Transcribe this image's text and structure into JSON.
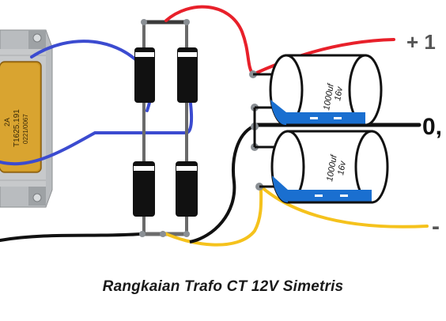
{
  "transformer": {
    "label_rating": "2A",
    "label_model": "T1625.191",
    "label_code": "0221/0067"
  },
  "capacitors": [
    {
      "value": "1000uf",
      "voltage": "16v"
    },
    {
      "value": "1000uf",
      "voltage": "16v"
    }
  ],
  "terminals": {
    "positive": "+ 1",
    "zero": "0,",
    "negative": "-"
  },
  "caption": "Rangkaian Trafo CT 12V Simetris",
  "colors": {
    "red_wire": "#e8202a",
    "blue_wire": "#3b4bd0",
    "yellow_wire": "#f5c21c",
    "black_wire": "#111111",
    "cap_stripe": "#1a6fd0",
    "diode_body": "#111111"
  }
}
